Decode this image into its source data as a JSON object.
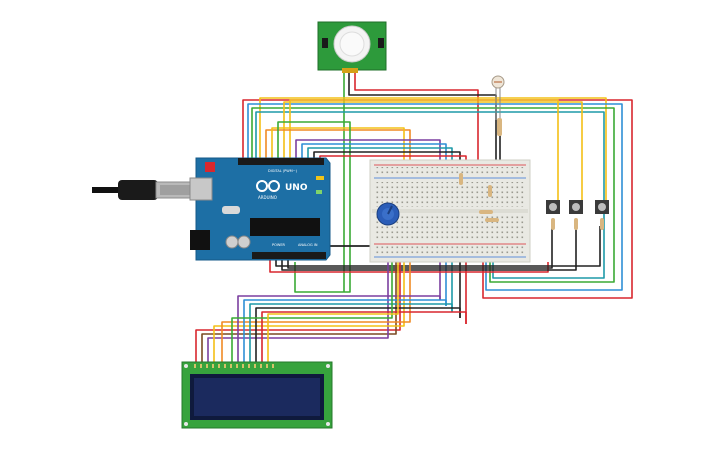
{
  "arduino": {
    "brand_text": "UNO",
    "sub_text": "ARDUINO",
    "digital_label": "DIGITAL (PWM~)",
    "power_label": "POWER",
    "analog_label": "ANALOG IN"
  },
  "pir_sensor": {
    "left_label": "",
    "right_label": ""
  },
  "colors": {
    "board_blue": "#1d6fa5",
    "breadboard": "#e9e9e3",
    "lcd_green": "#37a33d",
    "lcd_screen": "#1b2a5e",
    "wire_red": "#d9272e",
    "wire_black": "#222222",
    "wire_yellow": "#f3c017",
    "wire_green": "#3aaa35",
    "wire_blue": "#2f8fd6",
    "wire_purple": "#7b3fa0",
    "wire_orange": "#f08a24",
    "wire_teal": "#1e9aa8",
    "wire_brown": "#7a4a23"
  },
  "components": [
    "arduino-uno",
    "breadboard",
    "pir-sensor",
    "lcd-16x2",
    "potentiometer",
    "photoresistor",
    "push-button",
    "push-button",
    "push-button",
    "resistor"
  ]
}
